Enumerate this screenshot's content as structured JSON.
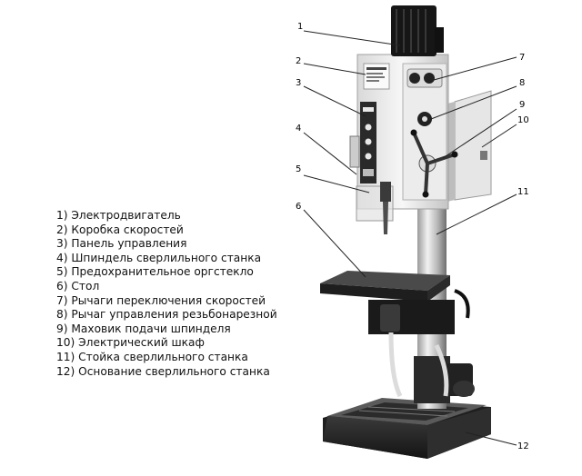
{
  "legend": [
    {
      "num": "1)",
      "text": "Электродвигатель"
    },
    {
      "num": "2)",
      "text": "Коробка скоростей"
    },
    {
      "num": "3)",
      "text": "Панель управления"
    },
    {
      "num": "4)",
      "text": "Шпиндель сверлильного станка"
    },
    {
      "num": "5)",
      "text": "Предохранительное оргстекло"
    },
    {
      "num": "6)",
      "text": "Стол"
    },
    {
      "num": "7)",
      "text": "Рычаги переключения скоростей"
    },
    {
      "num": "8)",
      "text": "Рычаг управления резьбонарезной"
    },
    {
      "num": "9)",
      "text": "Маховик подачи шпинделя"
    },
    {
      "num": "10)",
      "text": "Электрический шкаф"
    },
    {
      "num": "11)",
      "text": "Стойка сверлильного станка"
    },
    {
      "num": "12)",
      "text": "Основание сверлильного станка"
    }
  ],
  "callouts": [
    "1",
    "2",
    "3",
    "4",
    "5",
    "6",
    "7",
    "8",
    "9",
    "10",
    "11",
    "12"
  ]
}
